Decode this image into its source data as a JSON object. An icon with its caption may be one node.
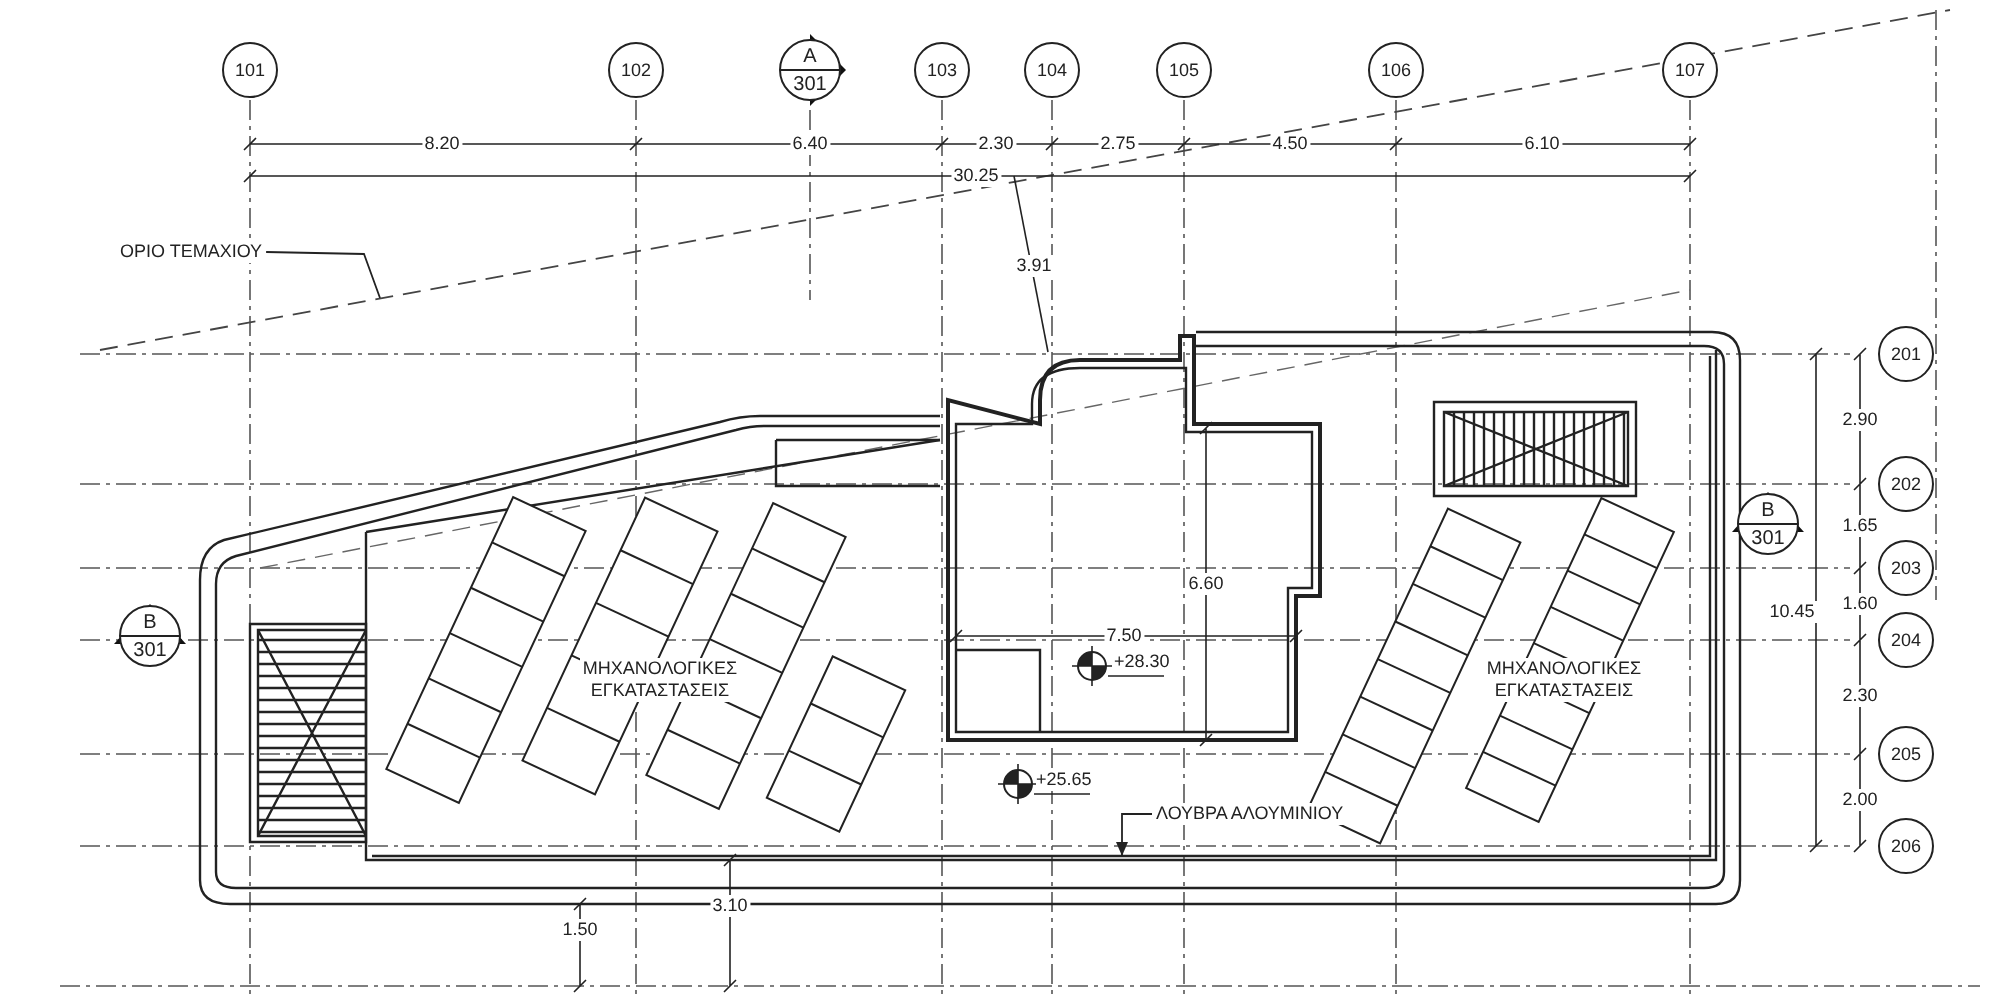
{
  "diagram": {
    "nodes": [
      {
        "text": [
          "101"
        ]
      },
      {
        "text": [
          "102"
        ]
      },
      {
        "text": [
          "A",
          "301"
        ]
      },
      {
        "text": [
          "103"
        ]
      },
      {
        "text": [
          "104"
        ]
      },
      {
        "text": [
          "105"
        ]
      },
      {
        "text": [
          "106"
        ]
      },
      {
        "text": [
          "107"
        ]
      },
      {
        "text": [
          "ΟΡΙΟ ΤΕΜΑΧΙΟΥ"
        ]
      },
      {
        "text": [
          "201"
        ]
      },
      {
        "text": [
          "202"
        ]
      },
      {
        "text": [
          "B",
          "301"
        ]
      },
      {
        "text": [
          "203"
        ]
      },
      {
        "text": [
          "204"
        ]
      },
      {
        "text": [
          "B",
          "301"
        ]
      },
      {
        "text": [
          "205"
        ]
      },
      {
        "text": [
          "ΛΟΥΒΡΑ ΑΛΟΥΜΙΝΙΟΥ"
        ]
      },
      {
        "text": [
          "206"
        ]
      }
    ],
    "edges": [
      {
        "from": 8,
        "to": null,
        "arrow": "none"
      },
      {
        "from": 16,
        "to": null,
        "arrow": "to"
      }
    ],
    "labels": [
      "8.20",
      "6.40",
      "2.30",
      "2.75",
      "4.50",
      "6.10",
      "30.25",
      "3.91",
      "2.90",
      "1.65",
      "1.60",
      "10.45",
      "6.60",
      "7.50",
      "ΜΗΧΑΝΟΛΟΓΙΚΕΣ ΕΓΚΑΤΑΣΤΑΣΕΙΣ",
      "+28.30",
      "ΜΗΧΑΝΟΛΟΓΙΚΕΣ ΕΓΚΑΤΑΣΤΑΣΕΙΣ",
      "2.30",
      "+25.65",
      "2.00",
      "1.50",
      "3.10"
    ]
  }
}
